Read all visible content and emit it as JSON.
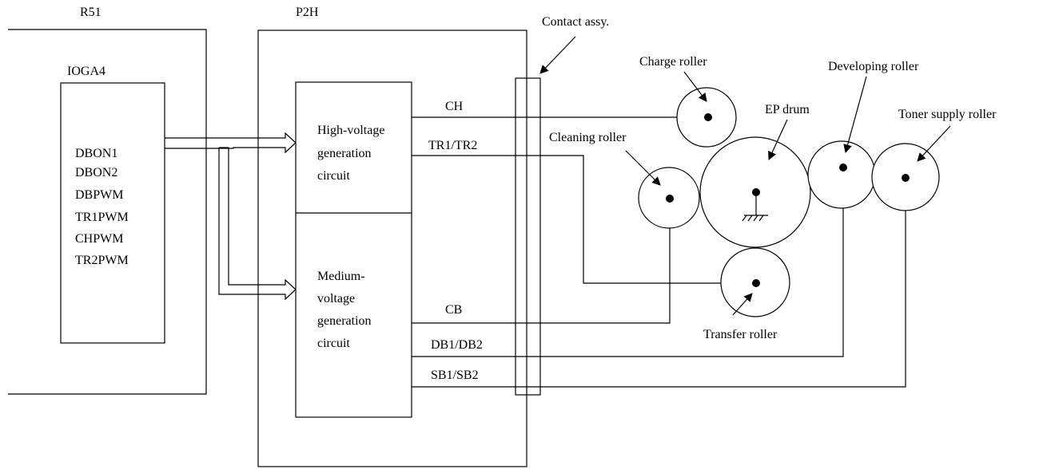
{
  "boards": {
    "r51": "R51",
    "ioga4": "IOGA4",
    "p2h": "P2H",
    "contact_assy": "Contact assy."
  },
  "ioga4_signals": [
    "DBON1",
    "DBON2",
    "DBPWM",
    "TR1PWM",
    "CHPWM",
    "TR2PWM"
  ],
  "circuits": {
    "high_voltage": [
      "High-voltage",
      "generation",
      "circuit"
    ],
    "medium_voltage": [
      "Medium-",
      "voltage",
      "generation",
      "circuit"
    ]
  },
  "outputs": {
    "ch": "CH",
    "tr": "TR1/TR2",
    "cb": "CB",
    "db": "DB1/DB2",
    "sb": "SB1/SB2"
  },
  "rollers": {
    "charge": "Charge roller",
    "cleaning": "Cleaning roller",
    "ep_drum": "EP drum",
    "developing": "Developing roller",
    "toner_supply": "Toner supply roller",
    "transfer": "Transfer roller"
  }
}
